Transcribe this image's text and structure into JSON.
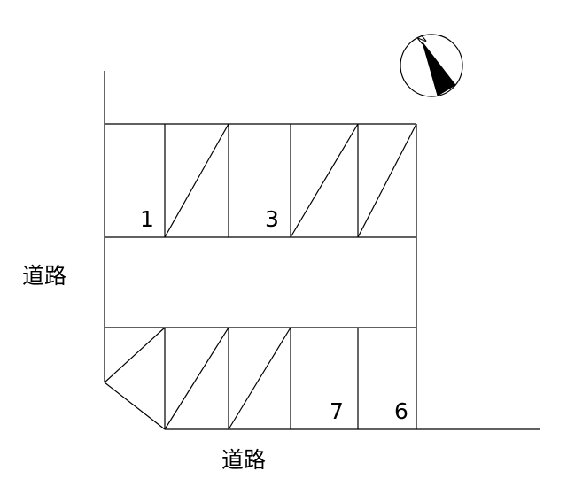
{
  "roads": {
    "west_label": "道路",
    "south_label": "道路"
  },
  "compass": {
    "north_letter": "N",
    "icon": "north-arrow-icon"
  },
  "spaces": {
    "top_row": [
      {
        "number": "1",
        "marked": false
      },
      {
        "number": "",
        "marked": true
      },
      {
        "number": "3",
        "marked": false
      },
      {
        "number": "",
        "marked": true
      },
      {
        "number": "",
        "marked": true
      }
    ],
    "bottom_row": [
      {
        "number": "",
        "marked": true
      },
      {
        "number": "",
        "marked": true
      },
      {
        "number": "",
        "marked": true
      },
      {
        "number": "7",
        "marked": false
      },
      {
        "number": "6",
        "marked": false
      }
    ]
  }
}
